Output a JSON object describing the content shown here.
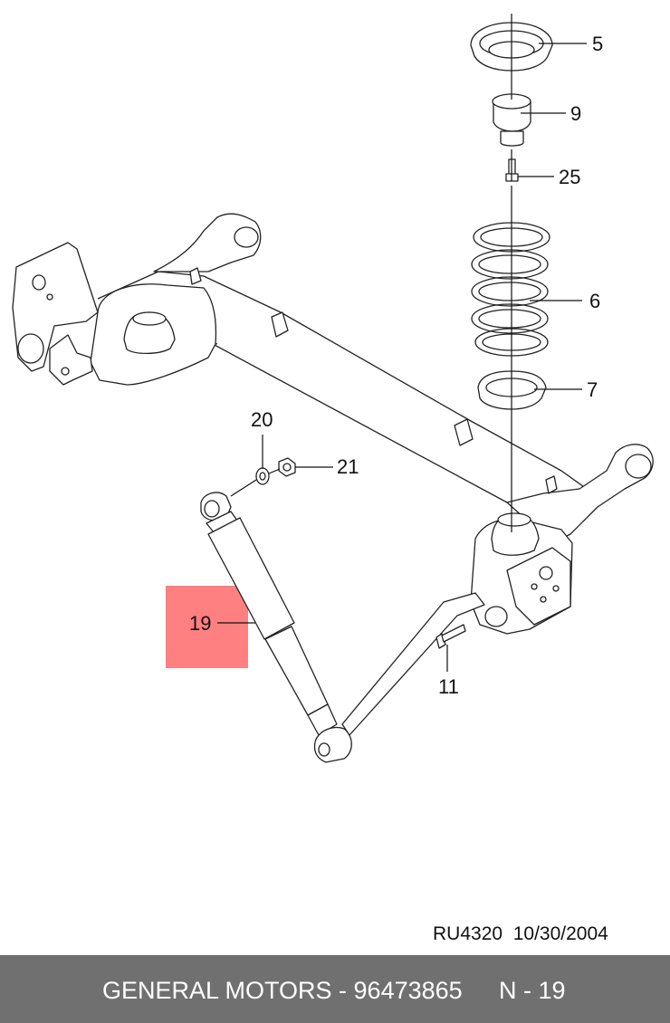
{
  "callouts": [
    {
      "id": "5",
      "label": "5"
    },
    {
      "id": "9",
      "label": "9"
    },
    {
      "id": "25",
      "label": "25"
    },
    {
      "id": "6",
      "label": "6"
    },
    {
      "id": "7",
      "label": "7"
    },
    {
      "id": "20",
      "label": "20"
    },
    {
      "id": "21",
      "label": "21"
    },
    {
      "id": "19",
      "label": "19",
      "highlighted": true
    },
    {
      "id": "11",
      "label": "11"
    }
  ],
  "highlight_color": "#ff8080",
  "ref_code": "RU4320  10/30/2004",
  "footer": {
    "left_text": "GENERAL MOTORS - 96473865",
    "right_text": "N - 19",
    "background": "#707070"
  }
}
